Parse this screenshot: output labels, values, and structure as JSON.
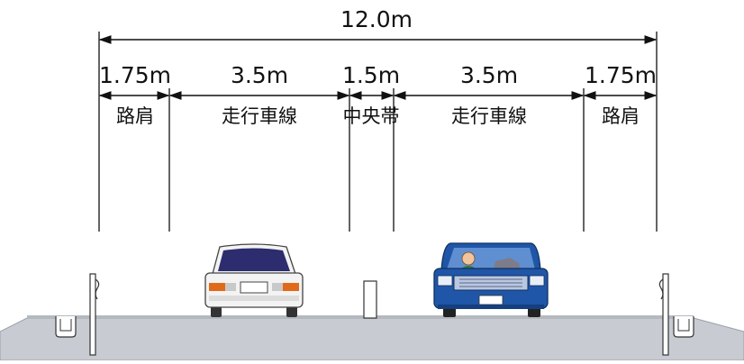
{
  "diagram": {
    "total_width": {
      "label": "12.0m"
    },
    "sections": [
      {
        "width_label": "1.75m",
        "name": "路肩"
      },
      {
        "width_label": "3.5m",
        "name": "走行車線"
      },
      {
        "width_label": "1.5m",
        "name": "中央帯"
      },
      {
        "width_label": "3.5m",
        "name": "走行車線"
      },
      {
        "width_label": "1.75m",
        "name": "路肩"
      }
    ],
    "colors": {
      "road": "#c8ccd2",
      "road_edge": "#9aa0a8",
      "line": "#111111",
      "car_white": "#f3f3f3",
      "car_blue": "#1f56a8",
      "car_window_white": "#2c2c6e",
      "car_window_blue": "#5f8fd0"
    }
  }
}
